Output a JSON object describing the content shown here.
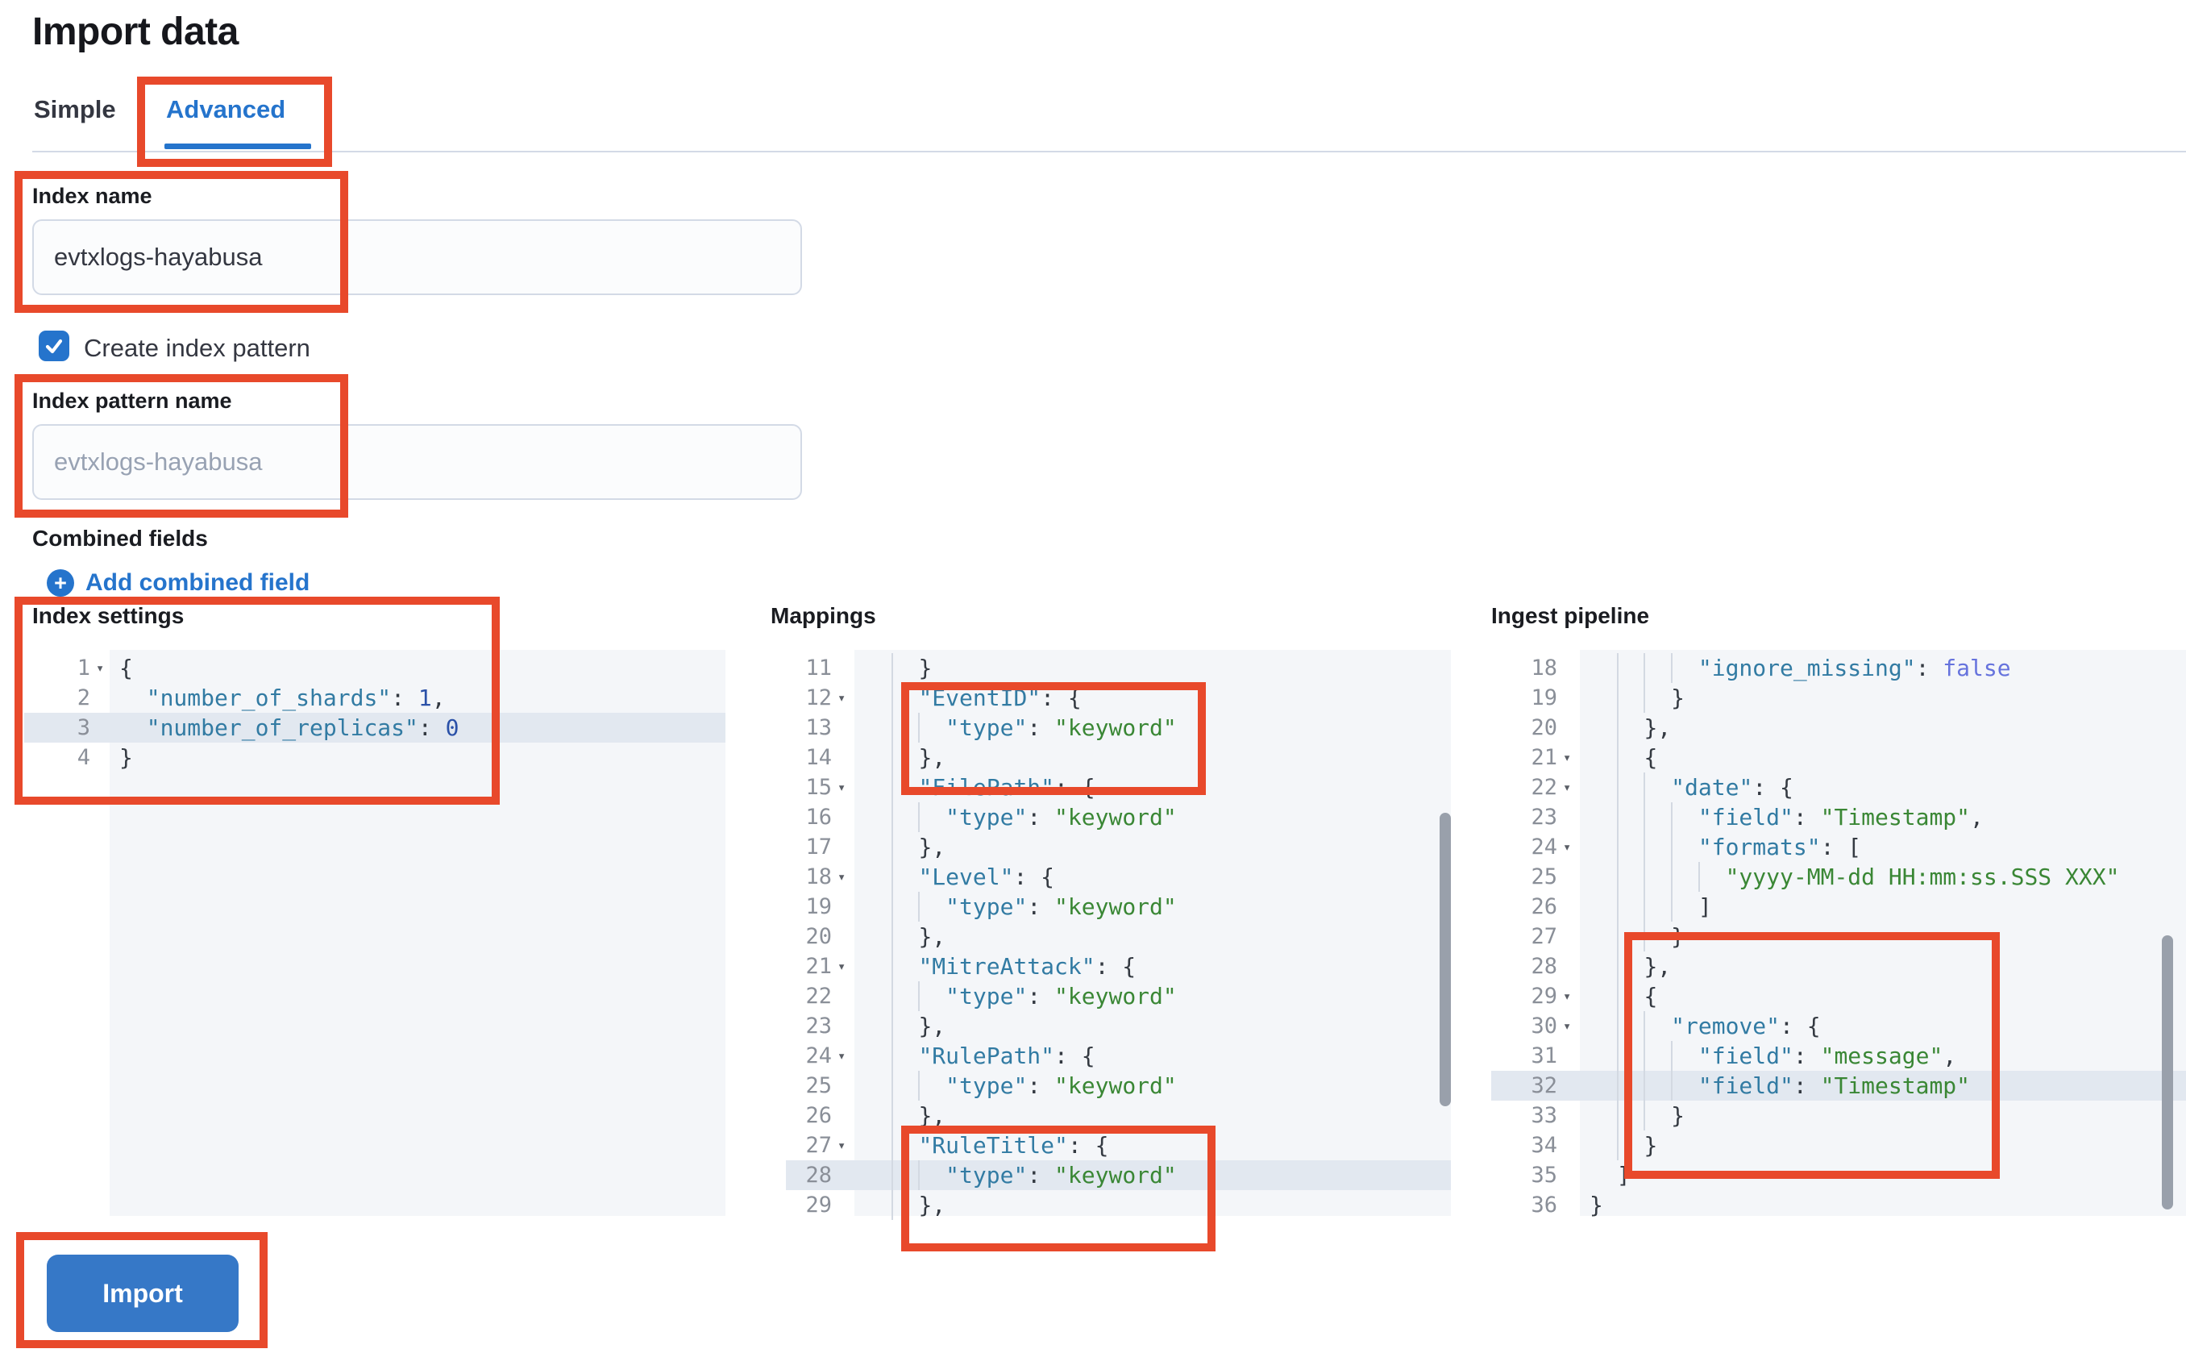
{
  "page": {
    "title": "Import data"
  },
  "tabs": {
    "simple": "Simple",
    "advanced": "Advanced"
  },
  "form": {
    "index_name_label": "Index name",
    "index_name_value": "evtxlogs-hayabusa",
    "create_index_pattern_label": "Create index pattern",
    "create_index_pattern_checked": true,
    "index_pattern_label": "Index pattern name",
    "index_pattern_placeholder": "evtxlogs-hayabusa",
    "combined_fields_label": "Combined fields",
    "add_combined_field_label": "Add combined field",
    "import_button_label": "Import"
  },
  "icons": {
    "plus_in_circle": "+",
    "checkmark": "check",
    "fold_arrow": "▾"
  },
  "colors": {
    "accent": "#2574cc",
    "button-blue": "#3678c7",
    "annotation-red": "#e8492b",
    "divider": "#d3dae6",
    "input-border": "#d3dae6",
    "editor-bg": "#f4f6f9",
    "editor-active": "#e2e8f0",
    "guide": "#d3d9e2",
    "scrollbar": "#99a0ab",
    "code-key": "#327ba3",
    "code-str": "#3a8735",
    "code-num": "#2b51a8",
    "code-bool": "#6673dd",
    "code-punct": "#343a42"
  },
  "editors": [
    {
      "id": "index-settings",
      "label": "Index settings",
      "lines": [
        {
          "n": 1,
          "fold": true,
          "indent": 0,
          "tokens": [
            [
              "p",
              "{"
            ]
          ]
        },
        {
          "n": 2,
          "indent": 1,
          "tokens": [
            [
              "k",
              "\"number_of_shards\""
            ],
            [
              "p",
              ": "
            ],
            [
              "n",
              "1"
            ],
            [
              "p",
              ","
            ]
          ]
        },
        {
          "n": 3,
          "indent": 1,
          "active": true,
          "tokens": [
            [
              "k",
              "\"number_of_replicas\""
            ],
            [
              "p",
              ": "
            ],
            [
              "n",
              "0"
            ]
          ]
        },
        {
          "n": 4,
          "indent": 0,
          "tokens": [
            [
              "p",
              "}"
            ]
          ]
        }
      ]
    },
    {
      "id": "mappings",
      "label": "Mappings",
      "lines": [
        {
          "n": 11,
          "indent": 2,
          "tokens": [
            [
              "p",
              "}"
            ]
          ]
        },
        {
          "n": 12,
          "fold": true,
          "indent": 2,
          "tokens": [
            [
              "k",
              "\"EventID\""
            ],
            [
              "p",
              ": {"
            ]
          ]
        },
        {
          "n": 13,
          "indent": 3,
          "tokens": [
            [
              "k",
              "\"type\""
            ],
            [
              "p",
              ": "
            ],
            [
              "s",
              "\"keyword\""
            ]
          ]
        },
        {
          "n": 14,
          "indent": 2,
          "tokens": [
            [
              "p",
              "},"
            ]
          ]
        },
        {
          "n": 15,
          "fold": true,
          "indent": 2,
          "tokens": [
            [
              "k",
              "\"FilePath\""
            ],
            [
              "p",
              ": {"
            ]
          ]
        },
        {
          "n": 16,
          "indent": 3,
          "tokens": [
            [
              "k",
              "\"type\""
            ],
            [
              "p",
              ": "
            ],
            [
              "s",
              "\"keyword\""
            ]
          ]
        },
        {
          "n": 17,
          "indent": 2,
          "tokens": [
            [
              "p",
              "},"
            ]
          ]
        },
        {
          "n": 18,
          "fold": true,
          "indent": 2,
          "tokens": [
            [
              "k",
              "\"Level\""
            ],
            [
              "p",
              ": {"
            ]
          ]
        },
        {
          "n": 19,
          "indent": 3,
          "tokens": [
            [
              "k",
              "\"type\""
            ],
            [
              "p",
              ": "
            ],
            [
              "s",
              "\"keyword\""
            ]
          ]
        },
        {
          "n": 20,
          "indent": 2,
          "tokens": [
            [
              "p",
              "},"
            ]
          ]
        },
        {
          "n": 21,
          "fold": true,
          "indent": 2,
          "tokens": [
            [
              "k",
              "\"MitreAttack\""
            ],
            [
              "p",
              ": {"
            ]
          ]
        },
        {
          "n": 22,
          "indent": 3,
          "tokens": [
            [
              "k",
              "\"type\""
            ],
            [
              "p",
              ": "
            ],
            [
              "s",
              "\"keyword\""
            ]
          ]
        },
        {
          "n": 23,
          "indent": 2,
          "tokens": [
            [
              "p",
              "},"
            ]
          ]
        },
        {
          "n": 24,
          "fold": true,
          "indent": 2,
          "tokens": [
            [
              "k",
              "\"RulePath\""
            ],
            [
              "p",
              ": {"
            ]
          ]
        },
        {
          "n": 25,
          "indent": 3,
          "tokens": [
            [
              "k",
              "\"type\""
            ],
            [
              "p",
              ": "
            ],
            [
              "s",
              "\"keyword\""
            ]
          ]
        },
        {
          "n": 26,
          "indent": 2,
          "tokens": [
            [
              "p",
              "},"
            ]
          ]
        },
        {
          "n": 27,
          "fold": true,
          "indent": 2,
          "tokens": [
            [
              "k",
              "\"RuleTitle\""
            ],
            [
              "p",
              ": {"
            ]
          ]
        },
        {
          "n": 28,
          "indent": 3,
          "active": true,
          "tokens": [
            [
              "k",
              "\"type\""
            ],
            [
              "p",
              ": "
            ],
            [
              "s",
              "\"keyword\""
            ]
          ]
        },
        {
          "n": 29,
          "indent": 2,
          "tokens": [
            [
              "p",
              "},"
            ]
          ]
        }
      ]
    },
    {
      "id": "ingest-pipeline",
      "label": "Ingest pipeline",
      "lines": [
        {
          "n": 18,
          "indent": 4,
          "tokens": [
            [
              "k",
              "\"ignore_missing\""
            ],
            [
              "p",
              ": "
            ],
            [
              "b",
              "false"
            ]
          ]
        },
        {
          "n": 19,
          "indent": 3,
          "tokens": [
            [
              "p",
              "}"
            ]
          ]
        },
        {
          "n": 20,
          "indent": 2,
          "tokens": [
            [
              "p",
              "},"
            ]
          ]
        },
        {
          "n": 21,
          "fold": true,
          "indent": 2,
          "tokens": [
            [
              "p",
              "{"
            ]
          ]
        },
        {
          "n": 22,
          "fold": true,
          "indent": 3,
          "tokens": [
            [
              "k",
              "\"date\""
            ],
            [
              "p",
              ": {"
            ]
          ]
        },
        {
          "n": 23,
          "indent": 4,
          "tokens": [
            [
              "k",
              "\"field\""
            ],
            [
              "p",
              ": "
            ],
            [
              "s",
              "\"Timestamp\""
            ],
            [
              "p",
              ","
            ]
          ]
        },
        {
          "n": 24,
          "fold": true,
          "indent": 4,
          "tokens": [
            [
              "k",
              "\"formats\""
            ],
            [
              "p",
              ": ["
            ]
          ]
        },
        {
          "n": 25,
          "indent": 5,
          "tokens": [
            [
              "s",
              "\"yyyy-MM-dd HH:mm:ss.SSS XXX\""
            ]
          ]
        },
        {
          "n": 26,
          "indent": 4,
          "tokens": [
            [
              "p",
              "]"
            ]
          ]
        },
        {
          "n": 27,
          "indent": 3,
          "tokens": [
            [
              "p",
              "}"
            ]
          ]
        },
        {
          "n": 28,
          "indent": 2,
          "tokens": [
            [
              "p",
              "},"
            ]
          ]
        },
        {
          "n": 29,
          "fold": true,
          "indent": 2,
          "tokens": [
            [
              "p",
              "{"
            ]
          ]
        },
        {
          "n": 30,
          "fold": true,
          "indent": 3,
          "tokens": [
            [
              "k",
              "\"remove\""
            ],
            [
              "p",
              ": {"
            ]
          ]
        },
        {
          "n": 31,
          "indent": 4,
          "tokens": [
            [
              "k",
              "\"field\""
            ],
            [
              "p",
              ": "
            ],
            [
              "s",
              "\"message\""
            ],
            [
              "p",
              ","
            ]
          ]
        },
        {
          "n": 32,
          "indent": 4,
          "active": true,
          "tokens": [
            [
              "k",
              "\"field\""
            ],
            [
              "p",
              ": "
            ],
            [
              "s",
              "\"Timestamp\""
            ]
          ]
        },
        {
          "n": 33,
          "indent": 3,
          "tokens": [
            [
              "p",
              "}"
            ]
          ]
        },
        {
          "n": 34,
          "indent": 2,
          "tokens": [
            [
              "p",
              "}"
            ]
          ]
        },
        {
          "n": 35,
          "indent": 1,
          "tokens": [
            [
              "p",
              "]"
            ]
          ]
        },
        {
          "n": 36,
          "indent": 0,
          "tokens": [
            [
              "p",
              "}"
            ]
          ]
        }
      ]
    }
  ]
}
